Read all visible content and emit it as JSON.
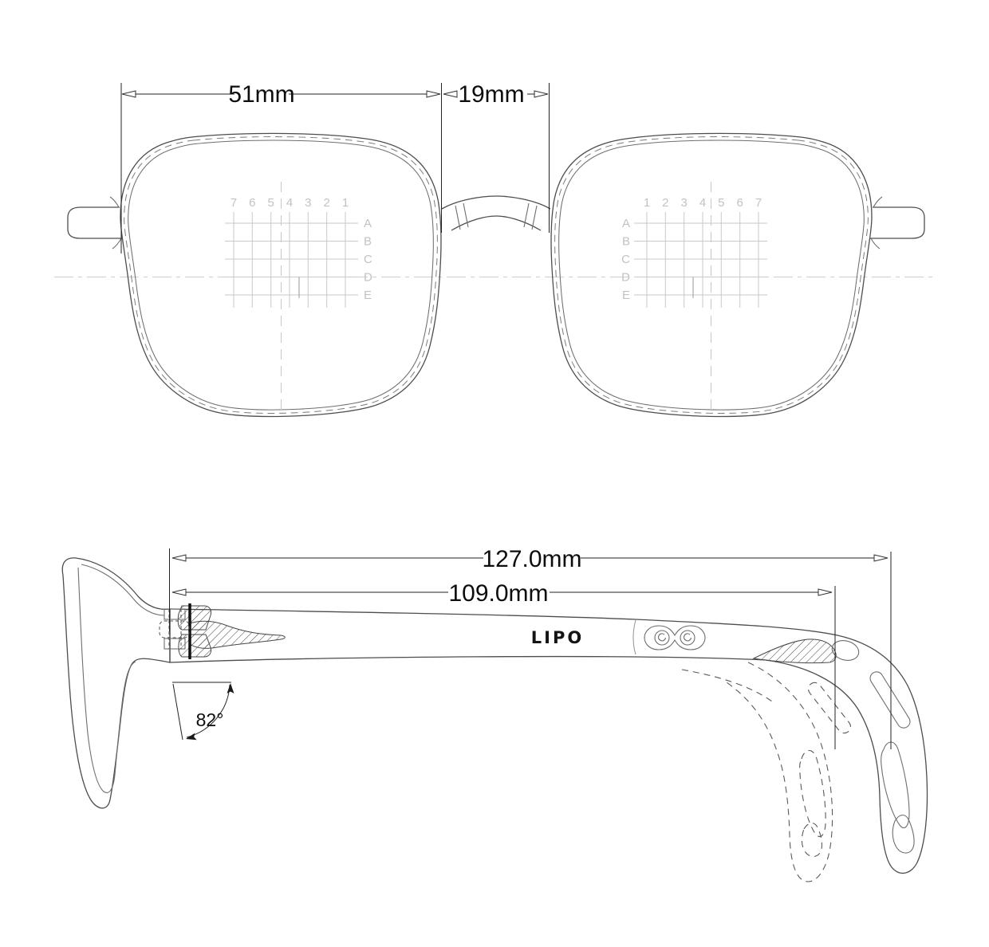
{
  "front_view": {
    "lens_width_label": "51mm",
    "bridge_width_label": "19mm",
    "left_lens_grid": {
      "columns": [
        "7",
        "6",
        "5",
        "4",
        "3",
        "2",
        "1"
      ],
      "rows": [
        "A",
        "B",
        "C",
        "D",
        "E"
      ]
    },
    "right_lens_grid": {
      "columns": [
        "1",
        "2",
        "3",
        "4",
        "5",
        "6",
        "7"
      ],
      "rows": [
        "A",
        "B",
        "C",
        "D",
        "E"
      ]
    }
  },
  "side_view": {
    "temple_length_label": "127.0mm",
    "temple_front_length_label": "109.0mm",
    "pantoscopic_angle_label": "82°",
    "brand_logo": "LIPO"
  },
  "colors": {
    "background": "#ffffff",
    "line": "#4d4d4d",
    "dimension_text": "#0d0d0d",
    "grid": "#c9c9c9"
  }
}
